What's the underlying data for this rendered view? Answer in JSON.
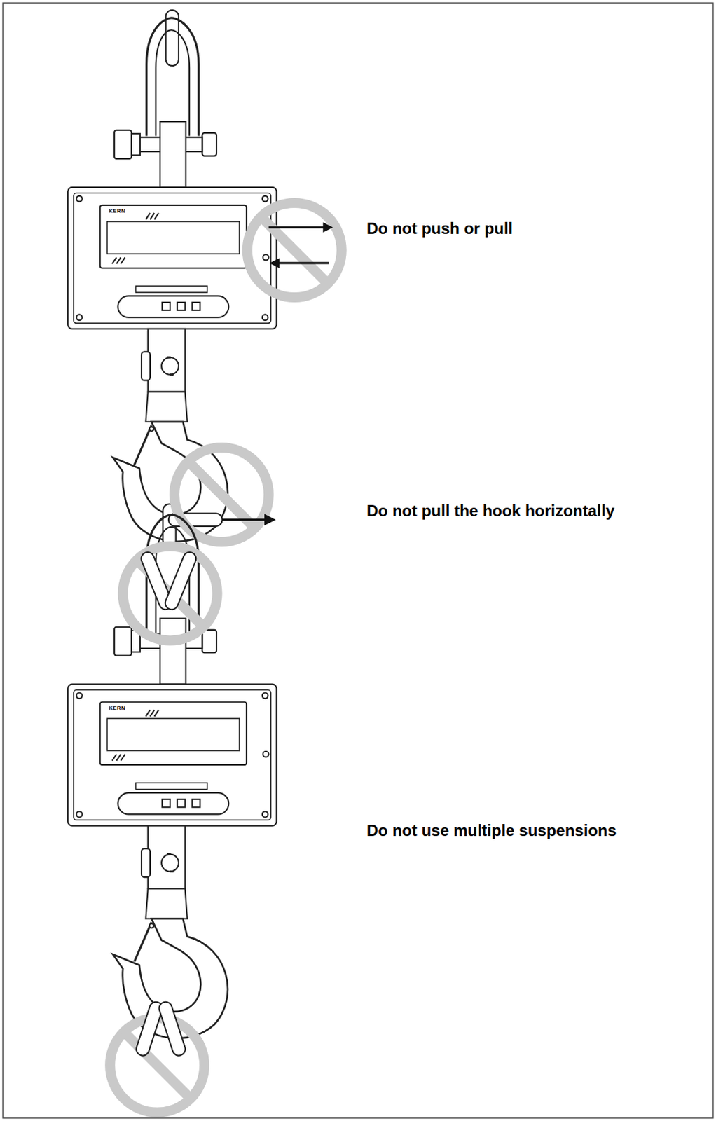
{
  "diagram": {
    "labels": [
      "KERN",
      "Do not push or pull",
      "Do not pull the hook horizontally",
      "KERN",
      "Do not use multiple suspensions"
    ]
  }
}
